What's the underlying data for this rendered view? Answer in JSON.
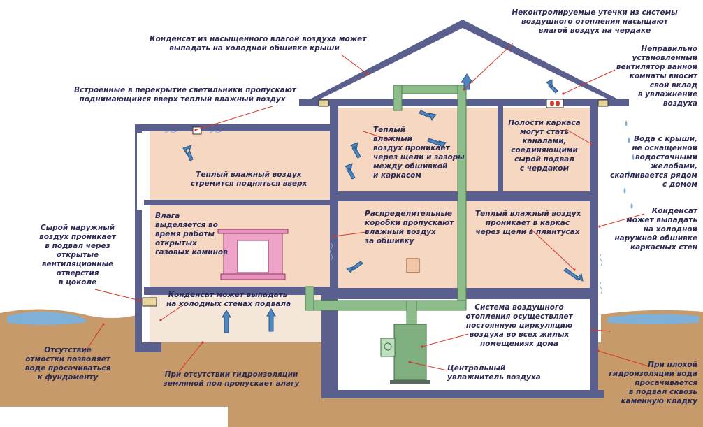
{
  "colors": {
    "wall": "#5a5f8e",
    "room": "#f6d7c2",
    "duct": "#8cbd8a",
    "arrow": "#4d86c0",
    "ground": "#c69a6a",
    "water": "#7fb0d8",
    "fireplace": "#f0a3c8",
    "leader": "#d33a2a",
    "text": "#2a2a55"
  },
  "icons": [
    "arrow-icon",
    "fireplace-icon",
    "humidifier-icon",
    "vent-fan-icon",
    "water-drop-icon",
    "recessed-light-icon"
  ],
  "labels": {
    "roof_condensate": "Конденсат из насыщенного влагой воздуха может\nвыпадать на холодной обшивке крыши",
    "attic_leaks": "Неконтролируемые утечки из системы\nвоздушного отопления насыщают\nвлагой воздух на чердаке",
    "bath_fan": "Неправильно\nустановленный\nвентилятор ванной\nкомнаты вносит\nсвой вклад\nв увлажнение\nвоздуха",
    "recessed_lights": "Встроенные в перекрытие светильники пропускают\nподнимающийся вверх теплый влажный воздух",
    "warm_rises": "Теплый влажный воздух\nстремится подняться вверх",
    "warm_gaps": "Теплый\nвлажный\nвоздух проникает\nчерез щели и зазоры\nмежду обшивкой\nи каркасом",
    "frame_cavities": "Полости каркаса\nмогут стать\nканалами,\nсоединяющими\nсырой подвал\nс чердаком",
    "roof_water": "Вода с крыши,\nне оснащенной\nводосточными\nжелобами,\nскапливается рядом\nс домом",
    "fireplace_moisture": "Влага\nвыделяется во\nвремя работы\nоткрытых\nгазовых каминов",
    "dist_boxes": "Распределительные\nкоробки пропускают\nвлажный воздух\nза обшивку",
    "baseboard": "Теплый влажный воздух\nпроникает в каркас\nчерез щели в плинтусах",
    "exterior_condensate": "Конденсат\nможет выпадать\nна холодной\nнаружной обшивке\nкаркасных стен",
    "damp_outside": "Сырой наружный\nвоздух проникает\nв подвал через\nоткрытые\nвентиляционные\nотверстия\nв цоколе",
    "basement_walls": "Конденсат может выпадать\nна холодных стенах подвала",
    "heating_system": "Система воздушного\nотопления осуществляет\nпостоянную циркуляцию\nвоздуха во всех жилых\nпомещениях дома",
    "humidifier": "Центральный\nувлажнитель воздуха",
    "no_blind_area": "Отсутствие\nотмостки позволяет\nводе просачиваться\nк фундаменту",
    "earth_floor": "При отсутствии гидроизоляции\nземляной пол пропускает влагу",
    "poor_waterproofing": "При плохой\nгидроизоляции вода\nпросачивается\nв подвал сквозь\nкаменную кладку"
  }
}
